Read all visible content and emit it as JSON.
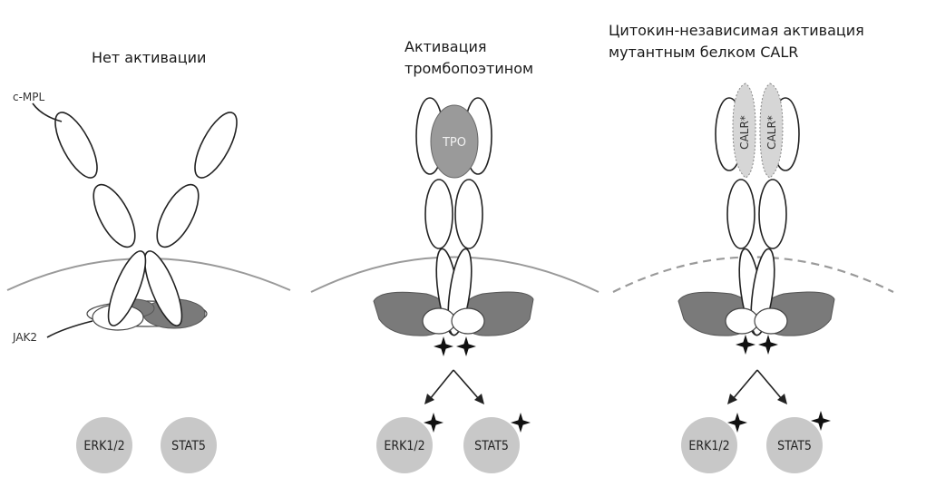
{
  "panels": [
    {
      "title_lines": [
        "Нет активации"
      ],
      "receptor_label": "c-MPL",
      "kinase_label": "JAK2",
      "ligand_label": "",
      "downstream": [
        "ERK1/2",
        "STAT5"
      ]
    },
    {
      "title_lines": [
        "Активация",
        "тромбопоэтином"
      ],
      "ligand_label": "TPO",
      "downstream": [
        "ERK1/2",
        "STAT5"
      ]
    },
    {
      "title_lines": [
        "Цитокин-независимая активация",
        "мутантным белком CALR"
      ],
      "ligand_labels": [
        "CALR*",
        "CALR*"
      ],
      "downstream": [
        "ERK1/2",
        "STAT5"
      ]
    }
  ],
  "colors": {
    "downstream_fill": "#c8c8c8",
    "jak_dark": "#7a7a7a",
    "ligand_fill": "#9a9a9a",
    "calr_fill": "#d6d6d6",
    "membrane": "#9a9a9a"
  }
}
